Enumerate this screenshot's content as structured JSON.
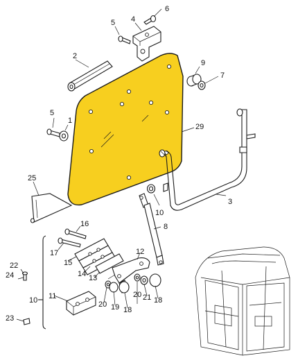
{
  "diagram": {
    "colors": {
      "glass": "#f7cf1f",
      "line": "#1a1a1a",
      "background": "#ffffff"
    },
    "callouts": {
      "c1": "1",
      "c2": "2",
      "c3": "3",
      "c4": "4",
      "c5a": "5",
      "c5b": "5",
      "c6": "6",
      "c7": "7",
      "c8": "8",
      "c9": "9",
      "c10a": "10",
      "c10b": "10",
      "c11": "11",
      "c12": "12",
      "c13": "13",
      "c14": "14",
      "c15": "15",
      "c16": "16",
      "c17": "17",
      "c18a": "18",
      "c18b": "18",
      "c19": "19",
      "c20a": "20",
      "c20b": "20",
      "c21": "21",
      "c22": "22",
      "c23": "23",
      "c24": "24",
      "c25": "25",
      "c29": "29"
    }
  }
}
